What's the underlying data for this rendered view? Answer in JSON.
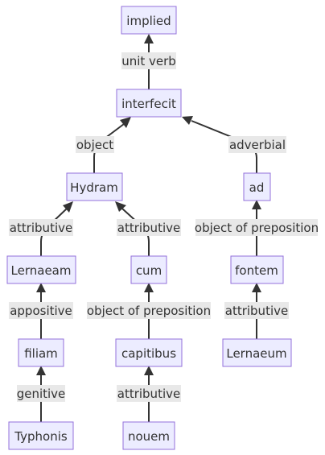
{
  "nodes": {
    "implied": "implied",
    "interfecit": "interfecit",
    "hydram": "Hydram",
    "ad": "ad",
    "lernaeam": "Lernaeam",
    "cum": "cum",
    "fontem": "fontem",
    "filiam": "filiam",
    "capitibus": "capitibus",
    "lernaeum": "Lernaeum",
    "typhonis": "Typhonis",
    "nouem": "nouem"
  },
  "edges": {
    "interfecit_implied": "unit verb",
    "hydram_interfecit": "object",
    "ad_interfecit": "adverbial",
    "lernaeam_hydram": "attributive",
    "cum_hydram": "attributive",
    "fontem_ad": "object of preposition",
    "filiam_lernaeam": "appositive",
    "capitibus_cum": "object of preposition",
    "lernaeum_fontem": "attributive",
    "typhonis_filiam": "genitive",
    "nouem_capitibus": "attributive"
  }
}
